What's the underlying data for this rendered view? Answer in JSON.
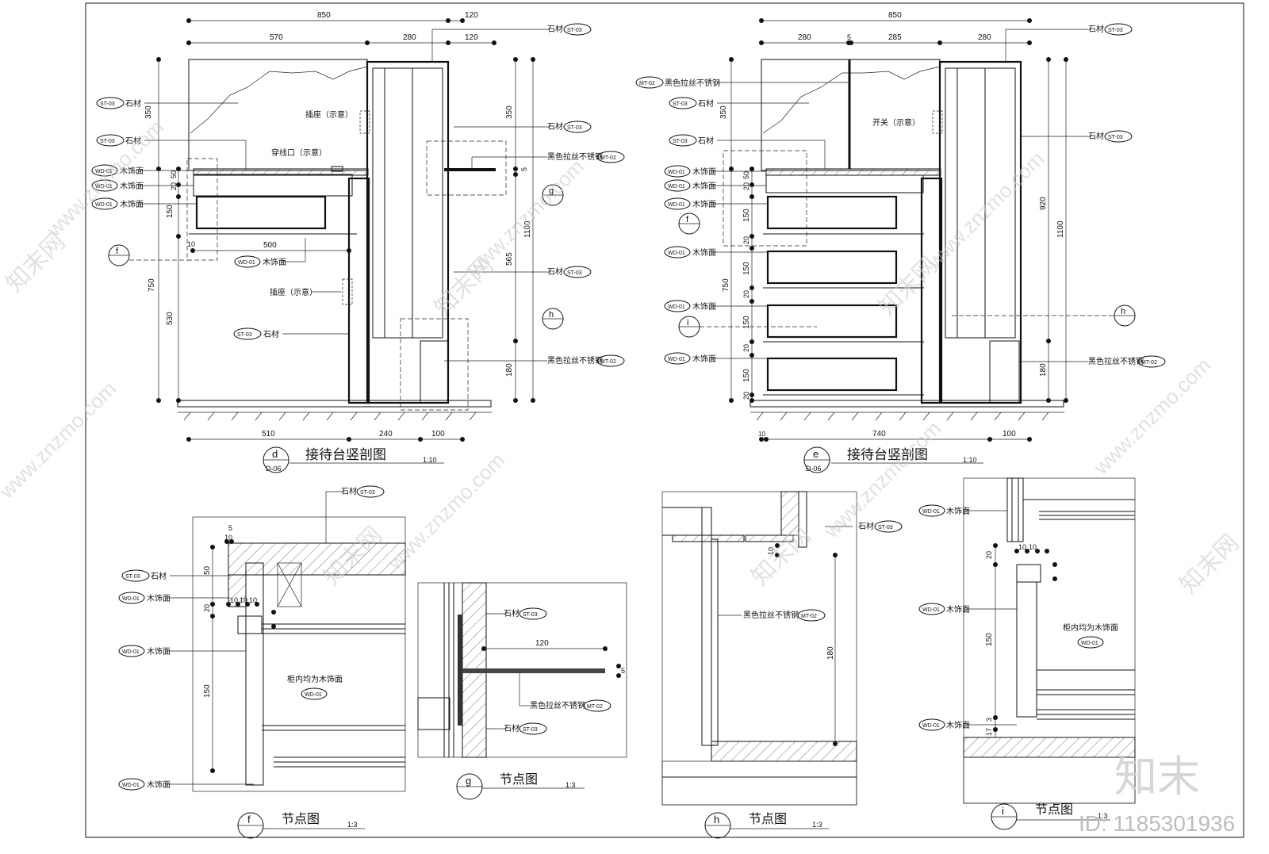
{
  "watermark": {
    "text": "www.znzmo.com",
    "cn_text": "知末网",
    "brand": "知末",
    "id_label": "ID: 1185301936"
  },
  "section_d": {
    "dims_top": [
      "850",
      "120",
      "570",
      "280",
      "120"
    ],
    "dims_left": [
      "350",
      "20",
      "50",
      "150",
      "10",
      "750",
      "530"
    ],
    "dims_right": [
      "350",
      "5",
      "1100",
      "565",
      "180"
    ],
    "dims_bottom": [
      "510",
      "240",
      "100"
    ],
    "dim_inner": "500",
    "labels": {
      "st03_a": "石材",
      "st03_b": "石材",
      "wd01_a": "木饰面",
      "wd01_b": "木饰面",
      "wd01_c": "木饰面",
      "wd01_d": "木饰面",
      "socket_top": "插座（示意）",
      "cable_hole": "穿线口（示意）",
      "socket_bottom": "插座（示意）",
      "st03_c": "石材",
      "st03_r1": "石材",
      "st03_r2": "石材",
      "st03_r3": "石材",
      "mt02_a": "黑色拉丝不锈钢",
      "mt02_b": "黑色拉丝不锈钢"
    },
    "tags": {
      "st03": "ST-03",
      "wd01": "WD-01",
      "mt02": "MT-02"
    },
    "callouts": {
      "f": "f",
      "g": "g",
      "h": "h"
    },
    "title": {
      "id": "d",
      "sheet": "D-06",
      "name": "接待台竖剖图",
      "scale": "1:10"
    }
  },
  "section_e": {
    "dims_top": [
      "850",
      "280",
      "5",
      "285",
      "280"
    ],
    "dims_left": [
      "350",
      "20",
      "50",
      "150",
      "20",
      "150",
      "20",
      "150",
      "20",
      "150",
      "20",
      "750"
    ],
    "dims_right": [
      "920",
      "1100",
      "180"
    ],
    "dims_bottom": [
      "10",
      "740",
      "100"
    ],
    "labels": {
      "mt02": "黑色拉丝不锈钢",
      "st03_a": "石材",
      "st03_b": "石材",
      "wd01_a": "木饰面",
      "wd01_b": "木饰面",
      "wd01_c": "木饰面",
      "wd01_d": "木饰面",
      "wd01_e": "木饰面",
      "wd01_f": "木饰面",
      "switch": "开关（示意）",
      "st03_r1": "石材",
      "st03_r2": "石材",
      "mt02_b": "黑色拉丝不锈钢"
    },
    "callouts": {
      "f": "f",
      "i": "i",
      "h": "h"
    },
    "title": {
      "id": "e",
      "sheet": "D-06",
      "name": "接待台竖剖图",
      "scale": "1:10"
    }
  },
  "detail_f": {
    "dims": [
      "5",
      "10",
      "50",
      "20",
      "10",
      "10",
      "10",
      "150"
    ],
    "labels": {
      "st03_top": "石材",
      "st03": "石材",
      "wd01_a": "木饰面",
      "wd01_b": "木饰面",
      "wd01_c": "木饰面",
      "inner": "柜内均为木饰面"
    },
    "title": {
      "id": "f",
      "name": "节点图",
      "scale": "1:3"
    }
  },
  "detail_g": {
    "dims": [
      "120",
      "5"
    ],
    "labels": {
      "st03_a": "石材",
      "mt02": "黑色拉丝不锈钢",
      "st03_b": "石材"
    },
    "title": {
      "id": "g",
      "name": "节点图",
      "scale": "1:3"
    }
  },
  "detail_h": {
    "dims": [
      "10",
      "180"
    ],
    "labels": {
      "st03": "石材",
      "mt02": "黑色拉丝不锈钢"
    },
    "title": {
      "id": "h",
      "name": "节点图",
      "scale": "1:3"
    }
  },
  "detail_i": {
    "dims": [
      "20",
      "10",
      "10",
      "150",
      "17",
      "3"
    ],
    "labels": {
      "wd01_a": "木饰面",
      "wd01_b": "木饰面",
      "wd01_c": "木饰面",
      "inner": "柜内均为木饰面"
    },
    "title": {
      "id": "i",
      "name": "节点图",
      "scale": "1:3"
    }
  }
}
